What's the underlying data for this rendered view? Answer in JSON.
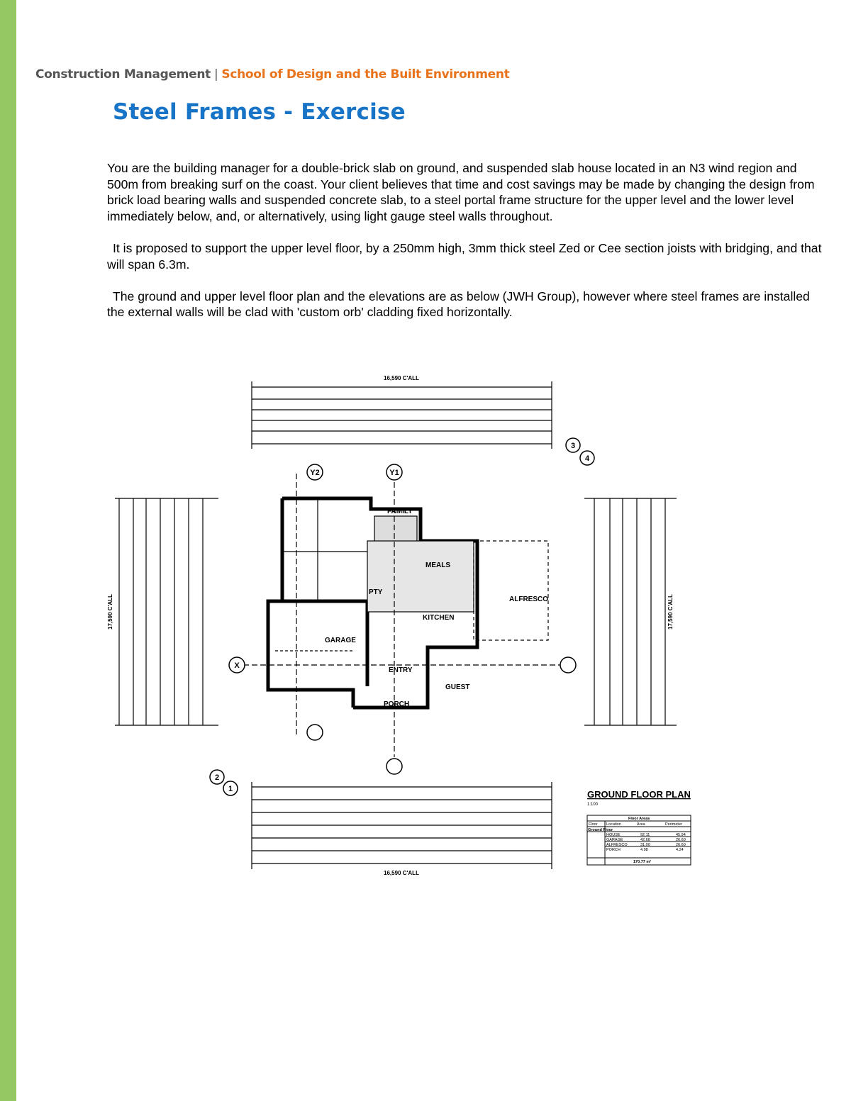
{
  "header": {
    "department": "Construction Management",
    "separator": "|",
    "school": "School of Design and the Built Environment"
  },
  "title": "Steel Frames - Exercise",
  "paragraphs": [
    "You are the building manager for a double-brick slab on ground, and suspended slab house located in an N3 wind region and 500m from breaking surf on the coast. Your client believes that time and cost savings may be made by changing the design from brick load bearing walls and suspended concrete slab, to a steel portal frame structure for the upper level and the lower level immediately below, and, or alternatively, using light gauge steel walls throughout.",
    "It is proposed to support the upper level floor, by a 250mm high, 3mm thick steel Zed or Cee section joists with bridging, and that will span 6.3m.",
    "The ground and upper level floor plan and the elevations are as below (JWH Group), however where steel frames are installed the external walls will be clad with 'custom orb' cladding fixed horizontally."
  ],
  "floor_plan": {
    "plan_title": "GROUND FLOOR PLAN",
    "scale": "1:100",
    "overall_dimension": "16,590 C'ALL",
    "side_dimension": "17,590 C'ALL",
    "rooms": [
      "GARAGE",
      "PORCH",
      "ALFRESCO",
      "FAMILY",
      "MEALS",
      "KITCHEN",
      "GUEST",
      "ENTRY",
      "PTY"
    ],
    "grid_markers": [
      "Y2",
      "Y1",
      "X",
      "3",
      "4",
      "2",
      "1"
    ],
    "floor_areas": {
      "heading": "Floor Areas",
      "columns": [
        "Floor",
        "Location",
        "Area",
        "Perimeter"
      ],
      "group": "Ground Floor",
      "rows": [
        [
          "",
          "HOUSE",
          "92.11",
          "45.94"
        ],
        [
          "",
          "GARAGE",
          "42.68",
          "26.60"
        ],
        [
          "",
          "ALFRESCO",
          "31.00",
          "26.60"
        ],
        [
          "",
          "PORCH",
          "4.98",
          "4.24"
        ]
      ],
      "total": "170.77 m²"
    }
  }
}
